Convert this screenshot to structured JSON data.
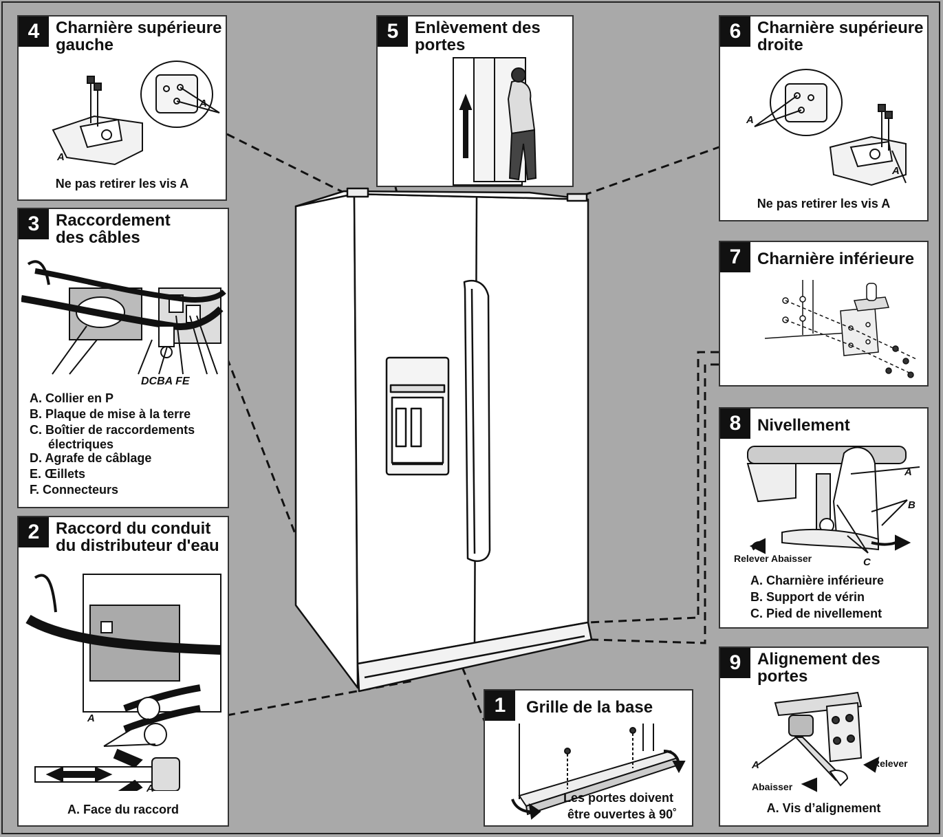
{
  "panels": {
    "p1": {
      "num": "1",
      "title": "Grille de la base",
      "caption_line1": "Les portes doivent",
      "caption_line2": "être ouvertes à 90˚"
    },
    "p2": {
      "num": "2",
      "title_line1": "Raccord du conduit",
      "title_line2": "du distributeur d'eau",
      "label_a": "A",
      "caption": "A. Face du raccord"
    },
    "p3": {
      "num": "3",
      "title_line1": "Raccordement",
      "title_line2": "des câbles",
      "letters": "DCBA FE",
      "legend": [
        "A. Collier en P",
        "B. Plaque de mise à la terre",
        "C. Boîtier de raccordements",
        "électriques",
        "D. Agrafe de câblage",
        "E. Œillets",
        "F. Connecteurs"
      ]
    },
    "p4": {
      "num": "4",
      "title_line1": "Charnière supérieure",
      "title_line2": "gauche",
      "label_a": "A",
      "caption": "Ne pas retirer les vis A"
    },
    "p5": {
      "num": "5",
      "title_line1": "Enlèvement des",
      "title_line2": "portes"
    },
    "p6": {
      "num": "6",
      "title_line1": "Charnière supérieure",
      "title_line2": "droite",
      "label_a": "A",
      "caption": "Ne pas retirer les vis A"
    },
    "p7": {
      "num": "7",
      "title": "Charnière inférieure"
    },
    "p8": {
      "num": "8",
      "title": "Nivellement",
      "label_a": "A",
      "label_b": "B",
      "label_c": "C",
      "raise_lower": "Relever Abaisser",
      "legend": [
        "A. Charnière inférieure",
        "B. Support de vérin",
        "C. Pied de nivellement"
      ]
    },
    "p9": {
      "num": "9",
      "title_line1": "Alignement des",
      "title_line2": "portes",
      "label_a": "A",
      "raise": "Relever",
      "lower": "Abaisser",
      "caption": "A. Vis d’alignement"
    }
  }
}
